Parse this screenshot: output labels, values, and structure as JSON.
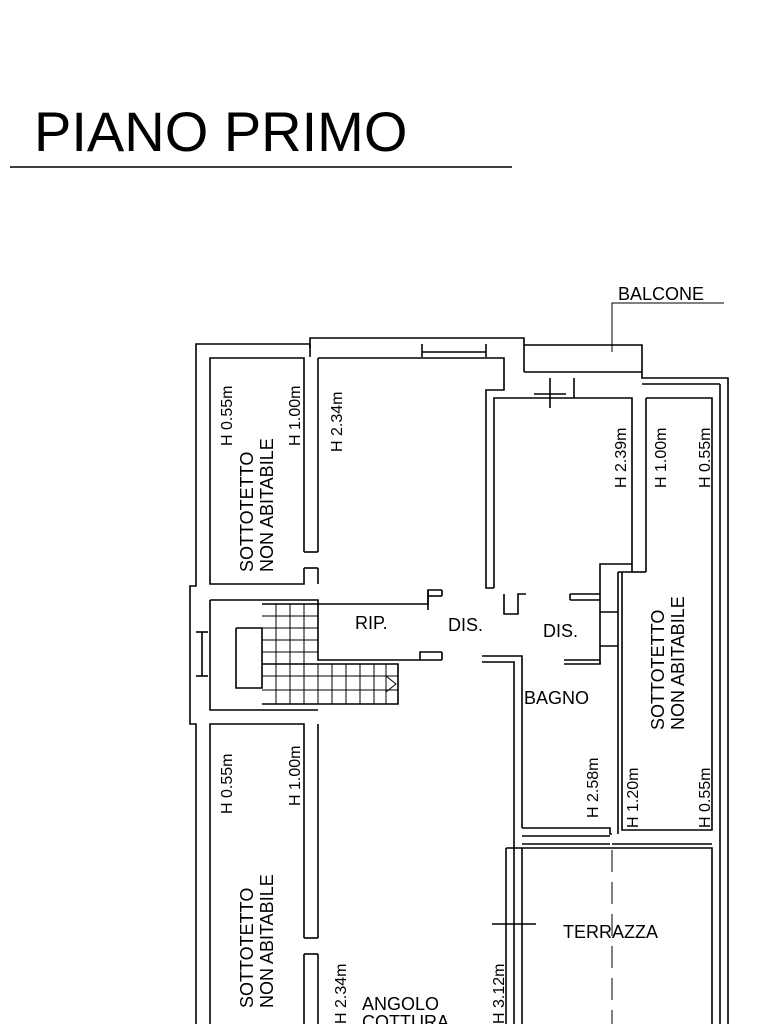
{
  "title": "PIANO PRIMO",
  "rooms": {
    "balcone": "BALCONE",
    "rip": "RIP.",
    "dis_1": "DIS.",
    "dis_2": "DIS.",
    "bagno": "BAGNO",
    "terrazza": "TERRAZZA",
    "angolo_cottura": [
      "ANGOLO",
      "COTTURA"
    ],
    "sottotetto": [
      "SOTTOTETTO",
      "NON ABITABILE"
    ]
  },
  "heights": {
    "tl_a": "H 0.55m",
    "tl_b": "H 1.00m",
    "top_room": "H 2.34m",
    "right_room": "H 2.39m",
    "tr_a": "H 1.00m",
    "tr_b": "H 0.55m",
    "bl_a": "H 0.55m",
    "bl_b": "H 1.00m",
    "bottom_room": "H 2.34m",
    "bagno": "H 2.58m",
    "br_a": "H 1.20m",
    "br_b": "H 0.55m",
    "kitchen": "H 3.12m"
  }
}
